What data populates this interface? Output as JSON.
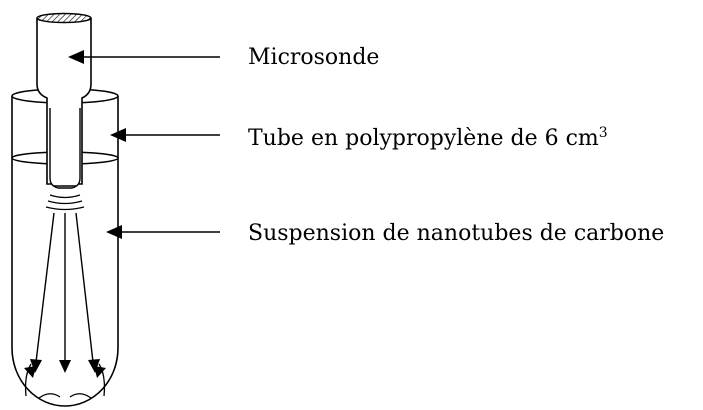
{
  "labels": {
    "microsonde": "Microsonde",
    "tube": "Tube en polypropylène de 6 cm",
    "tube_superscript": "3",
    "suspension": "Suspension de nanotubes de carbone"
  },
  "colors": {
    "line": "#000000",
    "background": "#ffffff"
  }
}
